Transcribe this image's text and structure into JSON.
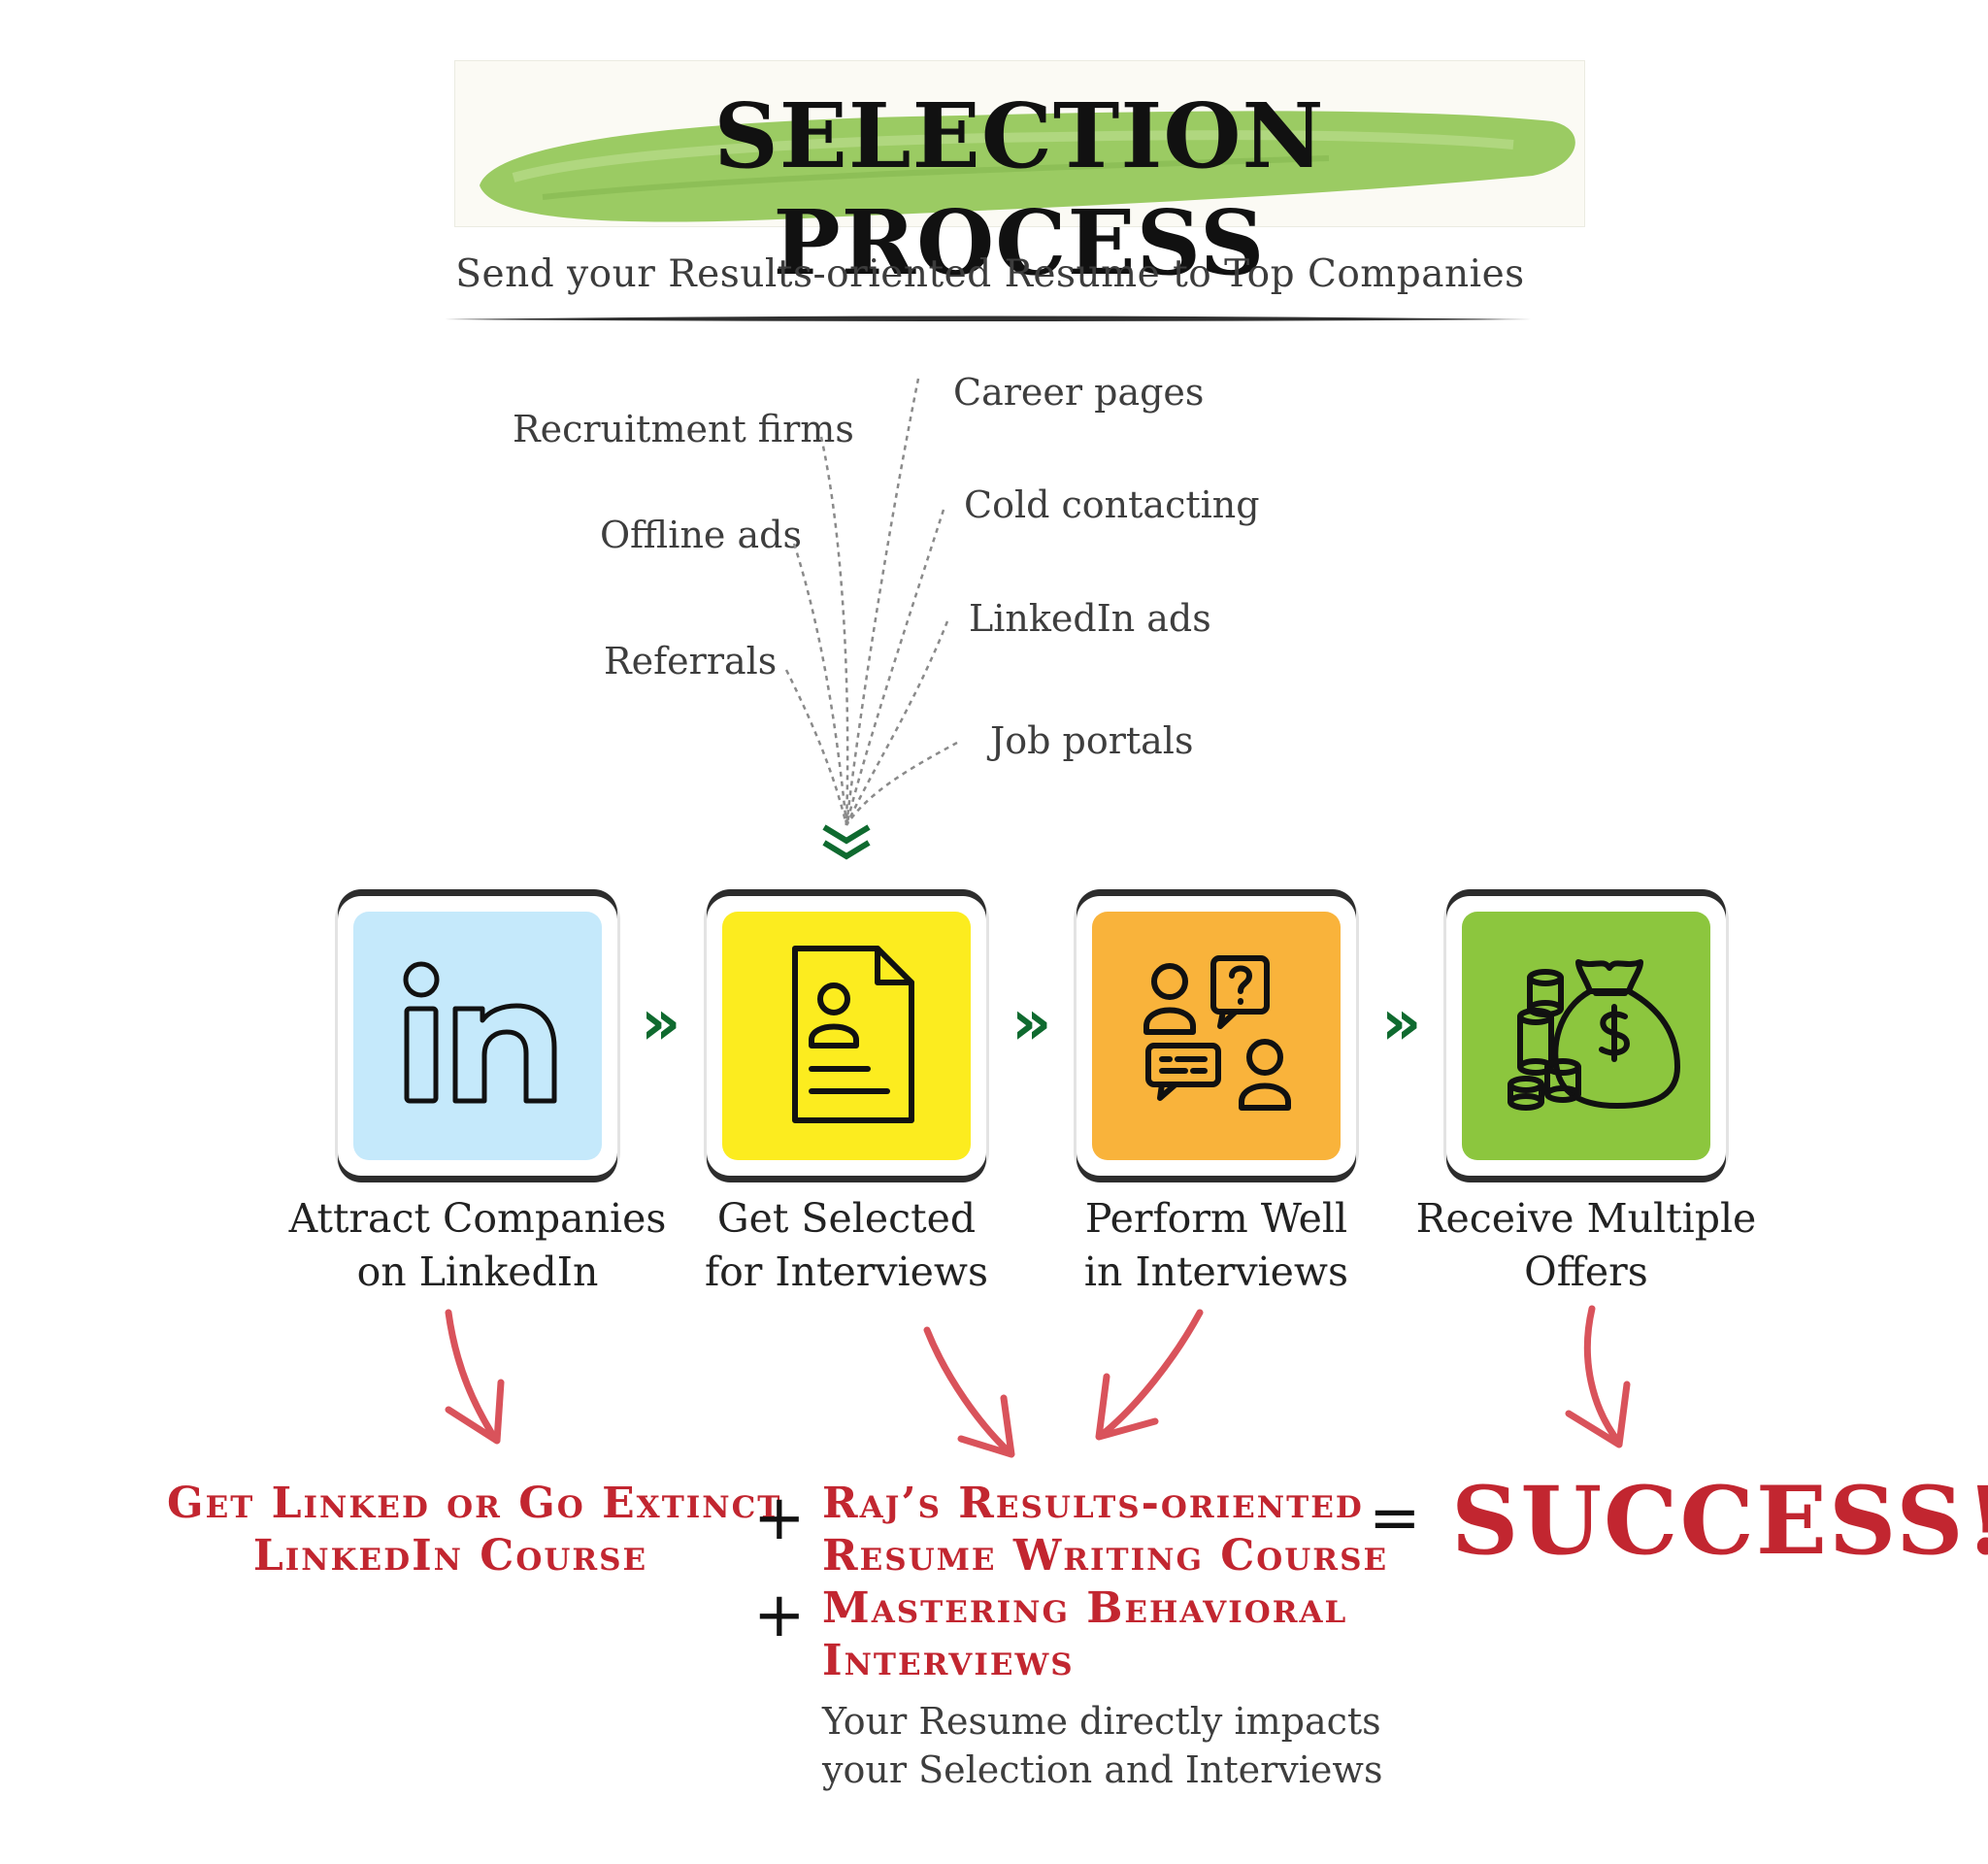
{
  "title": "SELECTION PROCESS",
  "subtitle": "Send your Results-oriented Resume to Top Companies",
  "channels": {
    "recruitment_firms": "Recruitment firms",
    "offline_ads": "Offline ads",
    "referrals": "Referrals",
    "career_pages": "Career pages",
    "cold_contacting": "Cold contacting",
    "linkedin_ads": "LinkedIn ads",
    "job_portals": "Job portals"
  },
  "steps": [
    {
      "line1": "Attract Companies",
      "line2": "on LinkedIn",
      "icon": "linkedin-icon",
      "color": "#c5e9fb"
    },
    {
      "line1": "Get Selected",
      "line2": "for Interviews",
      "icon": "resume-icon",
      "color": "#fcec1f"
    },
    {
      "line1": "Perform Well",
      "line2": "in Interviews",
      "icon": "interview-icon",
      "color": "#f9b33b"
    },
    {
      "line1": "Receive Multiple",
      "line2": "Offers",
      "icon": "money-bag-icon",
      "color": "#8cc63e"
    }
  ],
  "courses": {
    "linkedin_course_line1": "Get Linked or Go Extinct",
    "linkedin_course_line2": "LinkedIn Course",
    "resume_course_line1": "Raj’s Results-oriented",
    "resume_course_line2": "Resume Writing Course",
    "interview_course_line1": "Mastering Behavioral",
    "interview_course_line2": "Interviews",
    "plus": "+",
    "equals": "=",
    "success": "SUCCESS!",
    "note_line1": "Your Resume directly impacts",
    "note_line2": "your Selection and Interviews"
  },
  "colors": {
    "accent_red": "#c22630",
    "arrow_red": "#d9535b",
    "chevron_green": "#0f6a2f",
    "banner_green": "#8cc63e"
  }
}
